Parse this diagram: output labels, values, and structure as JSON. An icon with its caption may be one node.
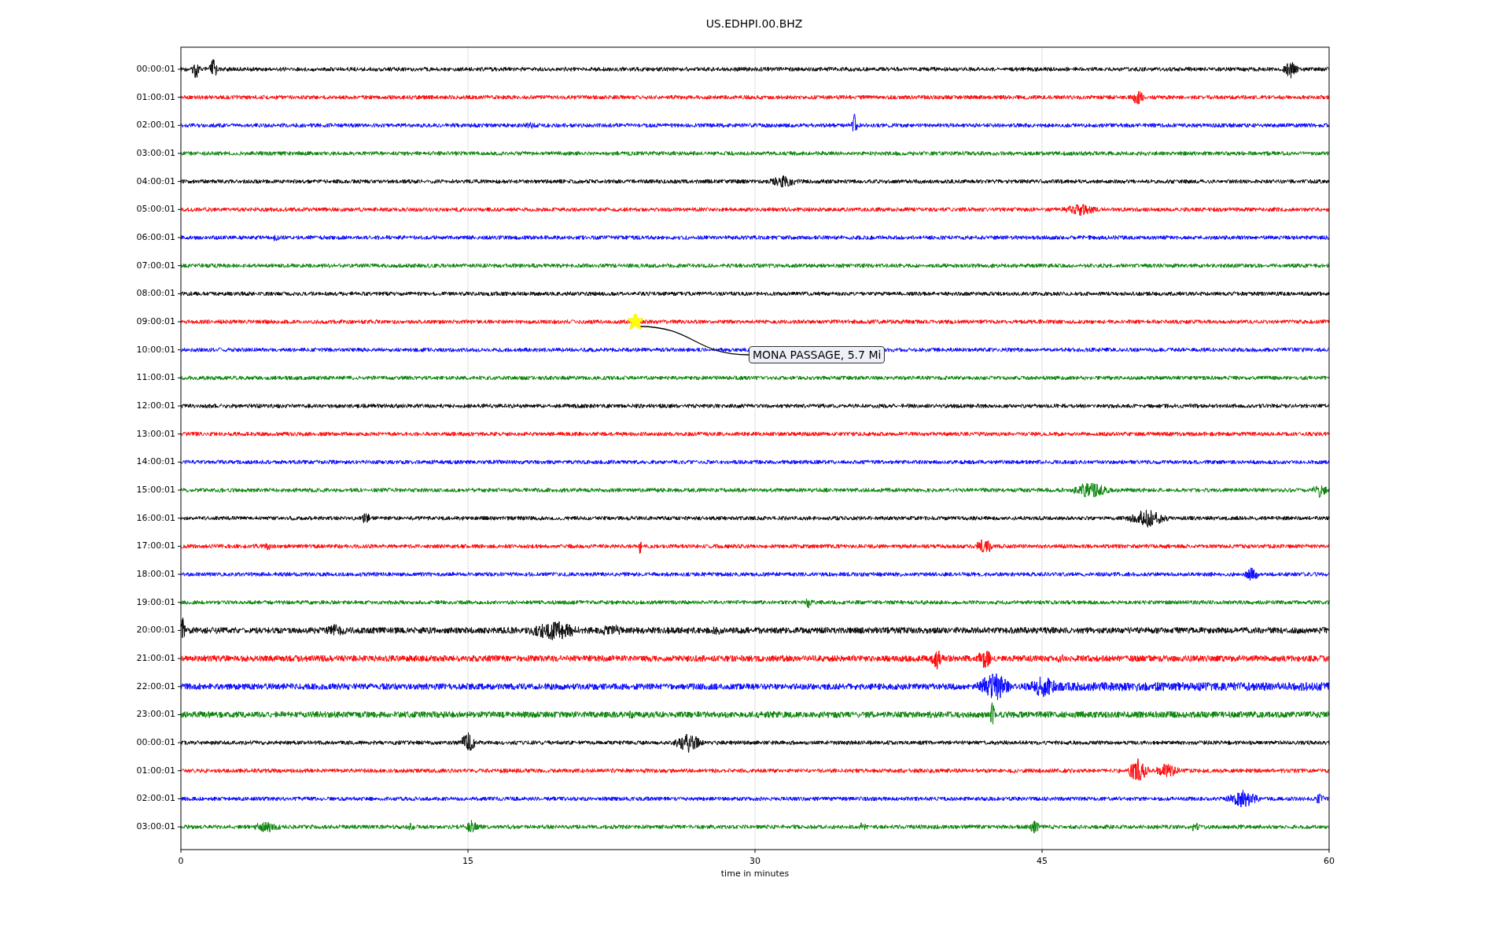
{
  "diagram": {
    "title": "US.EDHPI.00.BHZ",
    "nodes": [
      {
        "text": [
          "MONA PASSAGE, 5.7 Mi"
        ]
      },
      {
        "text": [],
        "shape": "star"
      }
    ],
    "edges": [
      {
        "from": 0,
        "to": 1,
        "arrow": "none"
      }
    ],
    "labels": [
      "00:00:01",
      "01:00:01",
      "02:00:01",
      "03:00:01",
      "04:00:01",
      "05:00:01",
      "06:00:01",
      "07:00:01",
      "08:00:01",
      "09:00:01",
      "10:00:01",
      "11:00:01",
      "12:00:01",
      "13:00:01",
      "14:00:01",
      "15:00:01",
      "16:00:01",
      "17:00:01",
      "18:00:01",
      "19:00:01",
      "20:00:01",
      "21:00:01",
      "22:00:01",
      "23:00:01",
      "00:00:01",
      "01:00:01",
      "02:00:01",
      "03:00:01",
      "0",
      "15",
      "30",
      "45",
      "60",
      "time in minutes"
    ]
  }
}
